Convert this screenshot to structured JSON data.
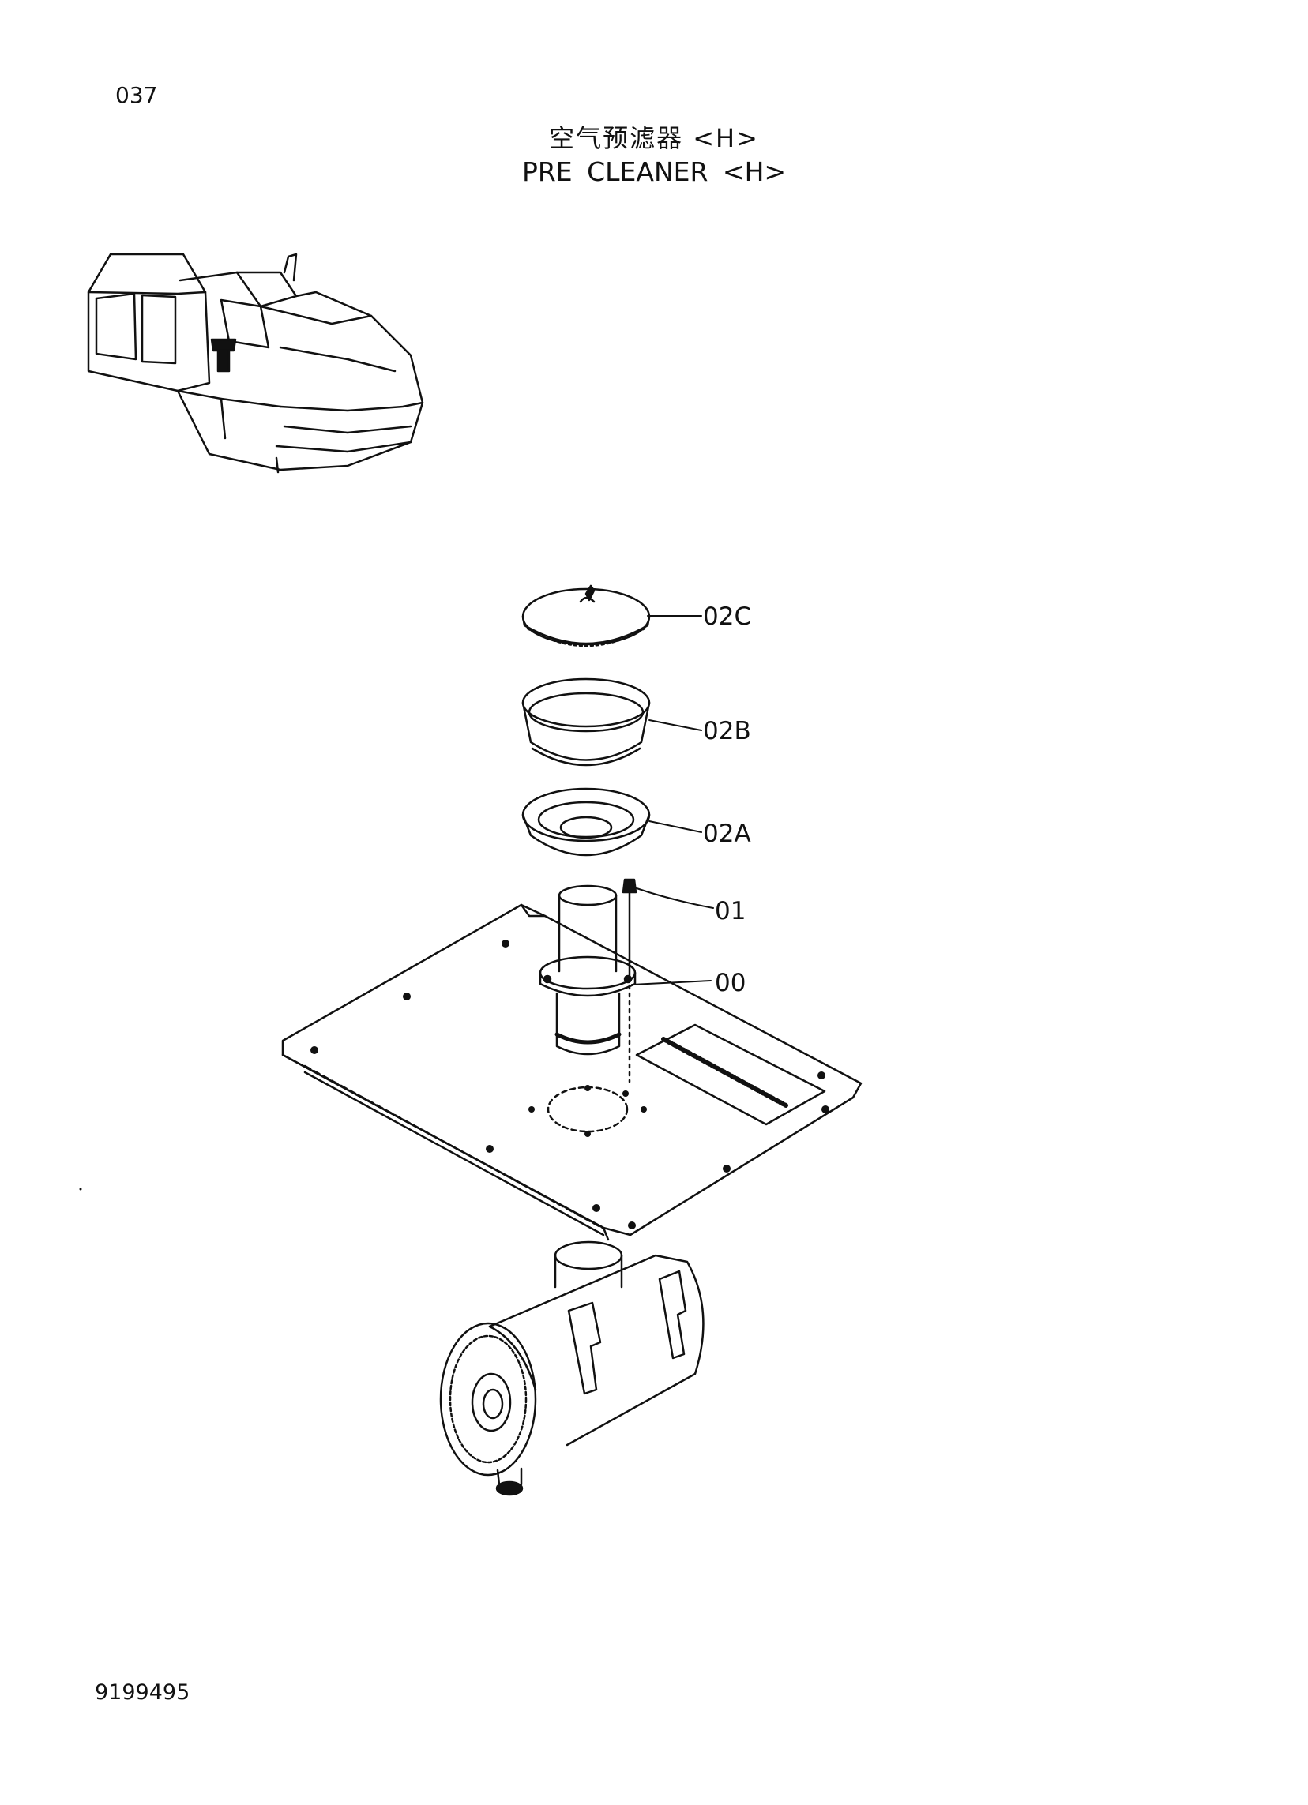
{
  "header": {
    "page_number": "037",
    "title_cn": "空气预滤器 <H>",
    "title_en": "PRE  CLEANER <H>"
  },
  "callouts": [
    "02C",
    "02B",
    "02A",
    "01",
    "00"
  ],
  "footer": {
    "doc_number": "9199495"
  }
}
